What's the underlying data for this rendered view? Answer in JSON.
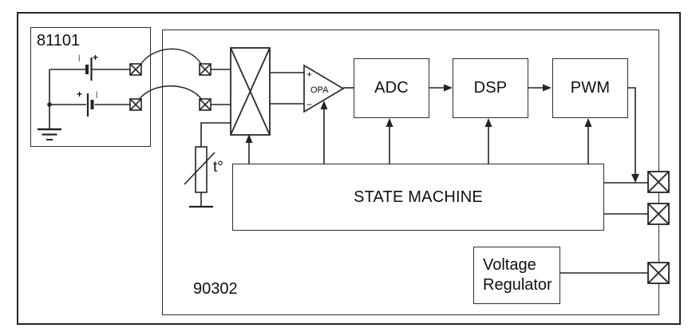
{
  "page": {
    "background": "#ffffff",
    "line_color": "#222222",
    "text_color": "#0f0f0f"
  },
  "battery_module": {
    "label": "81101",
    "batteries": [
      {
        "minus_label": "|",
        "plus_label": "+"
      },
      {
        "plus_label": "+",
        "minus_label": "|"
      }
    ]
  },
  "asic": {
    "label": "90302",
    "thermistor_label": "t°",
    "opa": {
      "label": "OPA",
      "plus": "+",
      "minus": "−"
    },
    "adc_label": "ADC",
    "dsp_label": "DSP",
    "pwm_label": "PWM",
    "state_machine_label": "STATE MACHINE",
    "voltage_regulator": {
      "line1": "Voltage",
      "line2": "Regulator"
    }
  }
}
